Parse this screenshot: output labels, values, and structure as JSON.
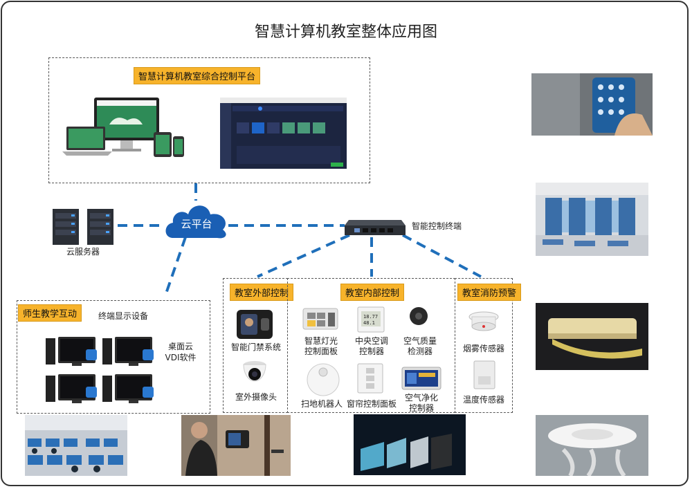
{
  "title": "智慧计算机教室整体应用图",
  "platform": {
    "tag": "智慧计算机教室综合控制平台"
  },
  "cloud": {
    "label": "云平台"
  },
  "servers": {
    "label": "云服务器"
  },
  "terminal": {
    "label": "智能控制终端"
  },
  "teaching": {
    "tag": "师生教学互动",
    "display_label": "终端显示设备",
    "vdi_label_1": "桌面云",
    "vdi_label_2": "VDI软件"
  },
  "external": {
    "tag": "教室外部控制",
    "items": [
      "智能门禁系统",
      "室外摄像头"
    ]
  },
  "internal": {
    "tag": "教室内部控制",
    "items": [
      {
        "l1": "智慧灯光",
        "l2": "控制面板"
      },
      {
        "l1": "中央空调",
        "l2": "控制器"
      },
      {
        "l1": "空气质量",
        "l2": "检测器"
      },
      {
        "l1": "扫地机器人",
        "l2": ""
      },
      {
        "l1": "窗帘控制面板",
        "l2": ""
      },
      {
        "l1": "空气净化",
        "l2": "控制器"
      }
    ]
  },
  "fire": {
    "tag": "教室消防预警",
    "items": [
      "烟雾传感器",
      "温度传感器"
    ]
  },
  "device_readout": {
    "l1": "18.77",
    "l2": "48.1"
  },
  "colors": {
    "tag": "#f7b32b",
    "line": "#1f6fba",
    "cloud": "#1a5fb4"
  }
}
